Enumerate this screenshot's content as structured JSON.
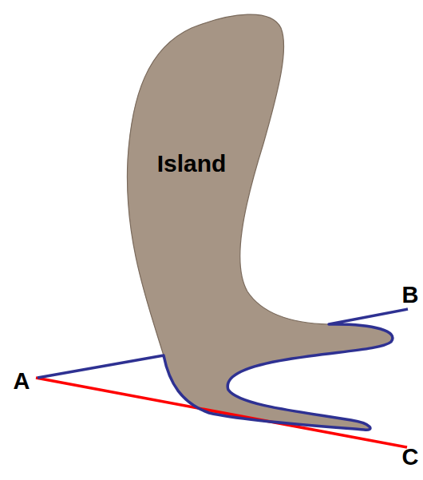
{
  "diagram": {
    "nodes": [
      {
        "text": [
          "Island"
        ]
      }
    ],
    "labels": [
      "A",
      "B",
      "C"
    ]
  }
}
